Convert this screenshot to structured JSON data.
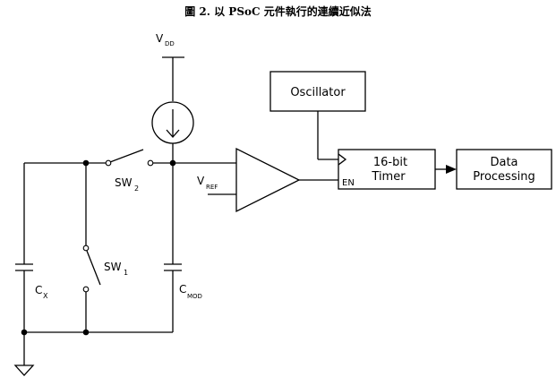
{
  "title": "圖 2. 以 PSoC 元件執行的連續近似法",
  "labels": {
    "vdd_main": "V",
    "vdd_sub": "DD",
    "vref_main": "V",
    "vref_sub": "REF",
    "sw1_main": "SW",
    "sw1_sub": "1",
    "sw2_main": "SW",
    "sw2_sub": "2",
    "cx_main": "C",
    "cx_sub": "X",
    "cmod_main": "C",
    "cmod_sub": "MOD",
    "en": "EN"
  },
  "blocks": {
    "oscillator": "Oscillator",
    "timer_line1": "16-bit",
    "timer_line2": "Timer",
    "data_line1": "Data",
    "data_line2": "Processing"
  }
}
